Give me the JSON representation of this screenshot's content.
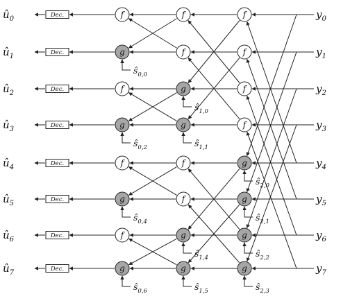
{
  "outputs": [
    "û0",
    "û1",
    "û2",
    "û3",
    "û4",
    "û5",
    "û6",
    "û7"
  ],
  "inputs": [
    "y0",
    "y1",
    "y2",
    "y3",
    "y4",
    "y5",
    "y6",
    "y7"
  ],
  "decoder_label": "Dec.",
  "operators": {
    "f": "f",
    "g": "g"
  },
  "stage_ops": [
    [
      "f",
      "g",
      "f",
      "g",
      "f",
      "g",
      "f",
      "g"
    ],
    [
      "f",
      "f",
      "g",
      "g",
      "f",
      "f",
      "g",
      "g"
    ],
    [
      "f",
      "f",
      "f",
      "f",
      "g",
      "g",
      "g",
      "g"
    ]
  ],
  "partial_sums": [
    [
      "ŝ0,0",
      "ŝ0,2",
      "ŝ0,4",
      "ŝ0,6"
    ],
    [
      "ŝ1,0",
      "ŝ1,1",
      "ŝ1,4",
      "ŝ1,5"
    ],
    [
      "ŝ2,0",
      "ŝ2,1",
      "ŝ2,2",
      "ŝ2,3"
    ]
  ],
  "colors": {
    "line": "#222222",
    "g_fill": "#a6a6a6",
    "f_fill": "#ffffff",
    "text": "#111111"
  }
}
